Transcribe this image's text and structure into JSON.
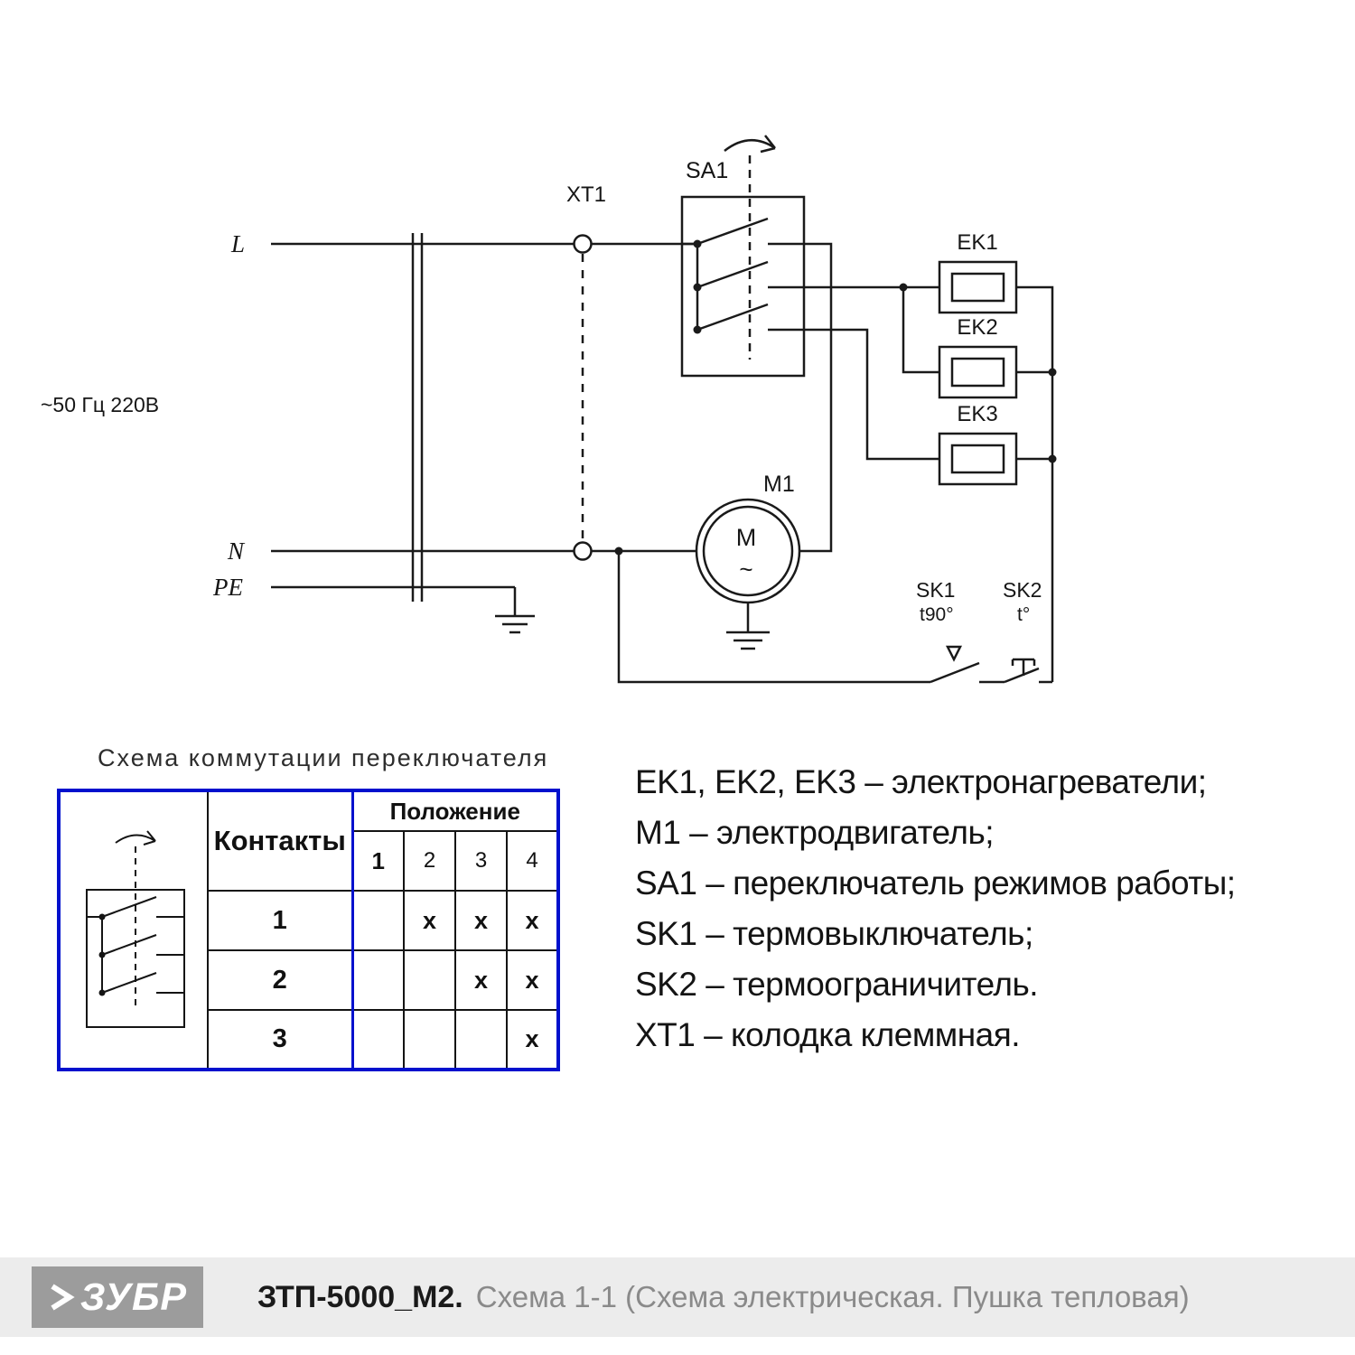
{
  "circuit": {
    "supply": "~50 Гц 220В",
    "line_l": "L",
    "line_n": "N",
    "line_pe": "PE",
    "xt1": "XT1",
    "sa1": "SA1",
    "m1": "M1",
    "motor_letter": "M",
    "motor_wave": "~",
    "ek1": "EK1",
    "ek2": "EK2",
    "ek3": "EK3",
    "sk1": "SK1",
    "sk1_temp": "t90°",
    "sk2": "SK2",
    "sk2_temp": "t°"
  },
  "switch_table": {
    "title": "Схема коммутации переключателя",
    "contacts_header": "Контакты",
    "position_header": "Положение",
    "position_cols": [
      "1",
      "2",
      "3",
      "4"
    ],
    "rows": [
      {
        "contact": "1",
        "marks": [
          "",
          "x",
          "x",
          "x"
        ]
      },
      {
        "contact": "2",
        "marks": [
          "",
          "",
          "x",
          "x"
        ]
      },
      {
        "contact": "3",
        "marks": [
          "",
          "",
          "",
          "x"
        ]
      }
    ]
  },
  "legend": {
    "items": [
      "EK1, EK2, EK3 – электронагреватели;",
      "M1 – электродвигатель;",
      "SA1 – переключатель режимов работы;",
      "SK1 – термовыключатель;",
      "SK2 – термоограничитель.",
      "XT1 – колодка клеммная."
    ]
  },
  "footer": {
    "brand": "ЗУБР",
    "model": "ЗТП-5000_М2.",
    "subtitle": "Схема 1-1 (Схема электрическая. Пушка тепловая)"
  }
}
